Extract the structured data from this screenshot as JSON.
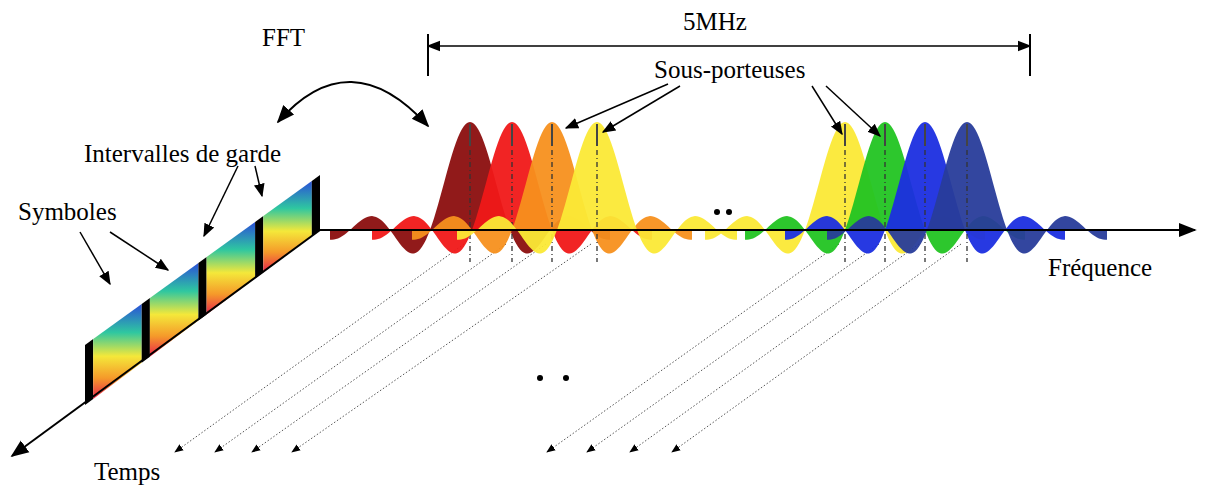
{
  "diagram": {
    "labels": [
      "5MHz",
      "FFT",
      "Sous-porteuses",
      "Intervalles de garde",
      "Symboles",
      "Fréquence",
      "Temps"
    ]
  }
}
